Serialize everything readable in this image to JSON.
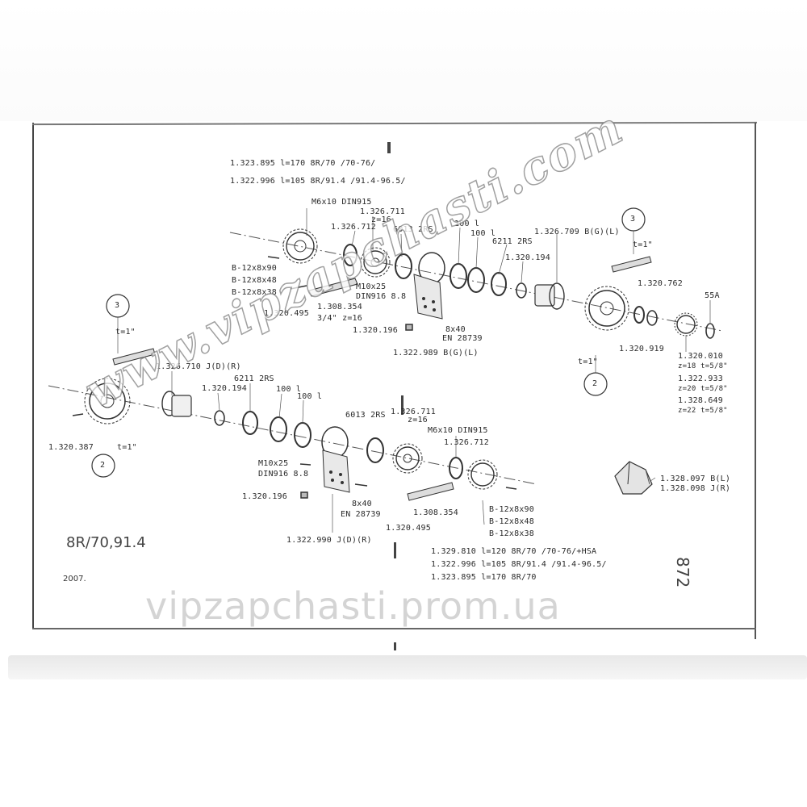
{
  "diagram": {
    "model": "8R/70,91.4",
    "year": "2007.",
    "page_number": "872",
    "watermark_diagonal": "www.vipzapchasti.com",
    "watermark_bottom": "vipzapchasti.prom.ua",
    "callouts": [
      "3",
      "3",
      "2",
      "2"
    ],
    "top_assembly": {
      "shaft_lines": [
        "1.323.895  l=170  8R/70  /70-76/",
        "1.322.996  l=105  8R/91.4 /91.4-96.5/"
      ],
      "bolt": "M6x10 DIN915",
      "sprocket_part": "1.326.711",
      "sprocket_teeth": "z=16",
      "ring_part": "1.326.712",
      "bearing": "6013 2RS",
      "spacer_a": "100 l",
      "spacer_b": "100 l",
      "bearing_b": "6211 2RS",
      "hub_part": "1.326.709 B(G)(L)",
      "washer_part": "1.320.194",
      "chain_pitch": "t=1\"",
      "keys": [
        "B-12x8x90",
        "B-12x8x48",
        "B-12x8x38"
      ],
      "screw": "M10x25",
      "screw_std": "DIN916 8.8",
      "pin": "1.320.495",
      "chain_part": "1.308.354",
      "chain_spec": "3/4\" z=16",
      "nut_part": "1.320.196",
      "dowel": "8x40",
      "dowel_std": "EN 28739",
      "bracket_part": "1.322.989 B(G)(L)",
      "sprocket_right_part": "1.320.762",
      "ring_right_part": "1.320.919",
      "circlip": "55A",
      "end_sprocket_part": "1.320.010",
      "end_sprocket_spec": "z=18 t=5/8\"",
      "alt_sprocket_1": "1.322.933",
      "alt_sprocket_1_spec": "z=20 t=5/8\"",
      "alt_sprocket_2": "1.328.649",
      "alt_sprocket_2_spec": "z=22 t=5/8\"",
      "pitch_bottom": "t=1\""
    },
    "bottom_assembly": {
      "chain_pitch": "t=1\"",
      "hub_part": "1.326.710 J(D)(R)",
      "washer_part": "1.320.194",
      "bearing": "6211 2RS",
      "spacer_a": "100 l",
      "spacer_b": "100 l",
      "clip_part": "1.320.387",
      "pitch_bottom": "t=1\"",
      "bearing_b": "6013 2RS",
      "sprocket_part": "1.326.711",
      "sprocket_teeth": "z=16",
      "bolt": "M6x10 DIN915",
      "ring_part": "1.326.712",
      "screw": "M10x25",
      "screw_std": "DIN916 8.8",
      "nut_part": "1.320.196",
      "dowel": "8x40",
      "dowel_std": "EN 28739",
      "chain_part": "1.308.354",
      "pin": "1.320.495",
      "bracket_part": "1.322.990 J(D)(R)",
      "keys": [
        "B-12x8x90",
        "B-12x8x48",
        "B-12x8x38"
      ],
      "shaft_lines": [
        "1.329.810   l=120  8R/70 /70-76/+HSA",
        "1.322.996   l=105  8R/91.4 /91.4-96.5/",
        "1.323.895   l=170  8R/70"
      ],
      "guard_parts": [
        "1.328.097 B(L)",
        "1.328.098 J(R)"
      ]
    }
  }
}
